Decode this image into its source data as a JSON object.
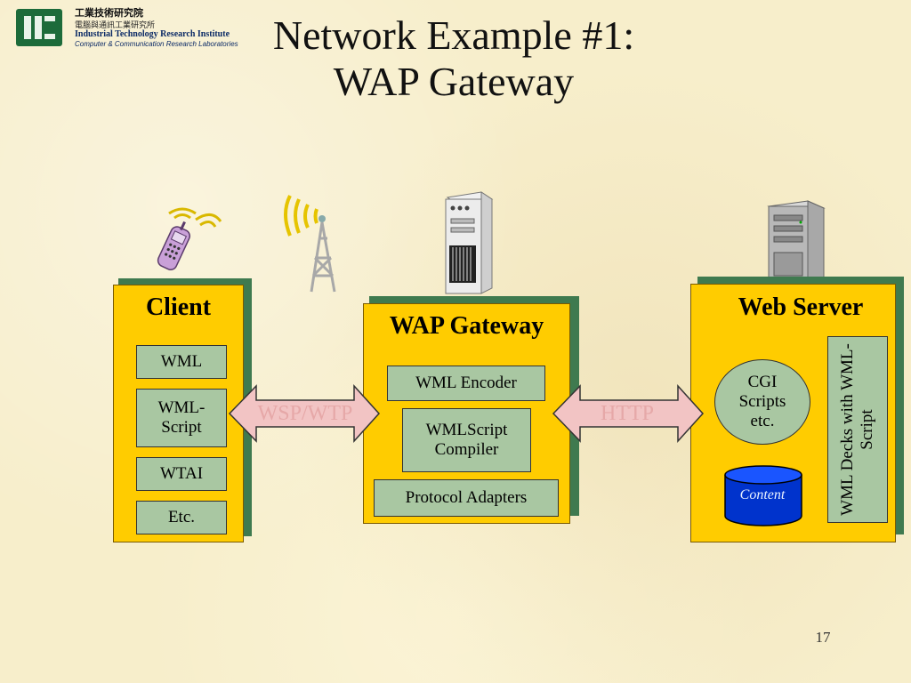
{
  "header": {
    "org_name_zh": "工業技術研究院",
    "org_sub_zh": "電腦與通訊工業研究所",
    "org_name_en": "Industrial Technology Research Institute",
    "org_sub_en": "Computer & Communication Research Laboratories"
  },
  "title": {
    "line1": "Network Example #1:",
    "line2": "WAP Gateway"
  },
  "client": {
    "title": "Client",
    "items": [
      "WML",
      "WML-Script",
      "WTAI",
      "Etc."
    ]
  },
  "gateway": {
    "title": "WAP Gateway",
    "items": [
      "WML Encoder",
      "WMLScript Compiler",
      "Protocol Adapters"
    ]
  },
  "web_server": {
    "title": "Web Server",
    "cgi": "CGI Scripts etc.",
    "content": "Content",
    "decks": "WML Decks with WML-Script"
  },
  "links": {
    "client_gateway": "WSP/WTP",
    "gateway_server": "HTTP"
  },
  "page_number": "17",
  "colors": {
    "panel": "#ffcc00",
    "inner_box": "#a9c7a2",
    "shadow": "#3f7a4f",
    "arrow_fill": "#f2c4c4",
    "content_cylinder": "#0033cc"
  },
  "icons": [
    "itri-logo",
    "mobile-phone-icon",
    "antenna-tower-icon",
    "gateway-server-icon",
    "web-server-icon",
    "database-cylinder-icon"
  ]
}
